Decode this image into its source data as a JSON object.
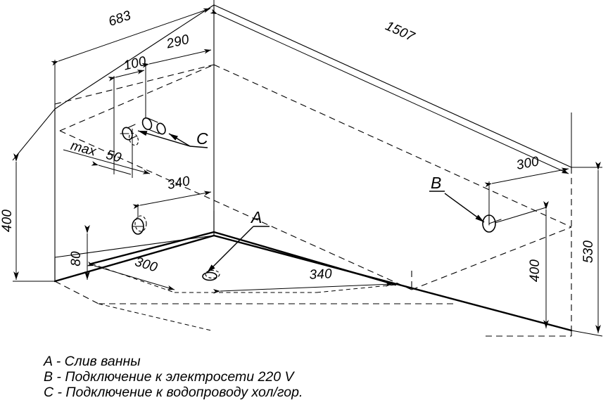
{
  "drawing": {
    "title": "Bathtub installation dimension drawing",
    "units": "mm",
    "line_color": "#000000",
    "background_color": "#ffffff",
    "dimensions": {
      "width_683": "683",
      "length_1507": "1507",
      "offset_290": "290",
      "offset_100": "100",
      "max_label": "max",
      "max_50": "50",
      "offset_340_front": "340",
      "height_400_left": "400",
      "height_80": "80",
      "offset_300_front": "300",
      "offset_340_base": "340",
      "offset_300_right": "300",
      "height_400_right": "400",
      "height_530": "530"
    },
    "markers": {
      "a": "A",
      "b": "B",
      "c": "C"
    }
  },
  "legend": {
    "items": [
      {
        "key": "A",
        "separator": " - ",
        "text": "Слив ванны"
      },
      {
        "key": "B",
        "separator": " - ",
        "text": "Подключение к электросети 220 V"
      },
      {
        "key": "C",
        "separator": " - ",
        "text": "Подключение к водопроводу хол/гор."
      }
    ],
    "lines": [
      "A - Слив ванны",
      "B - Подключение к электросети 220 V",
      "C - Подключение к водопроводу хол/гор."
    ]
  }
}
